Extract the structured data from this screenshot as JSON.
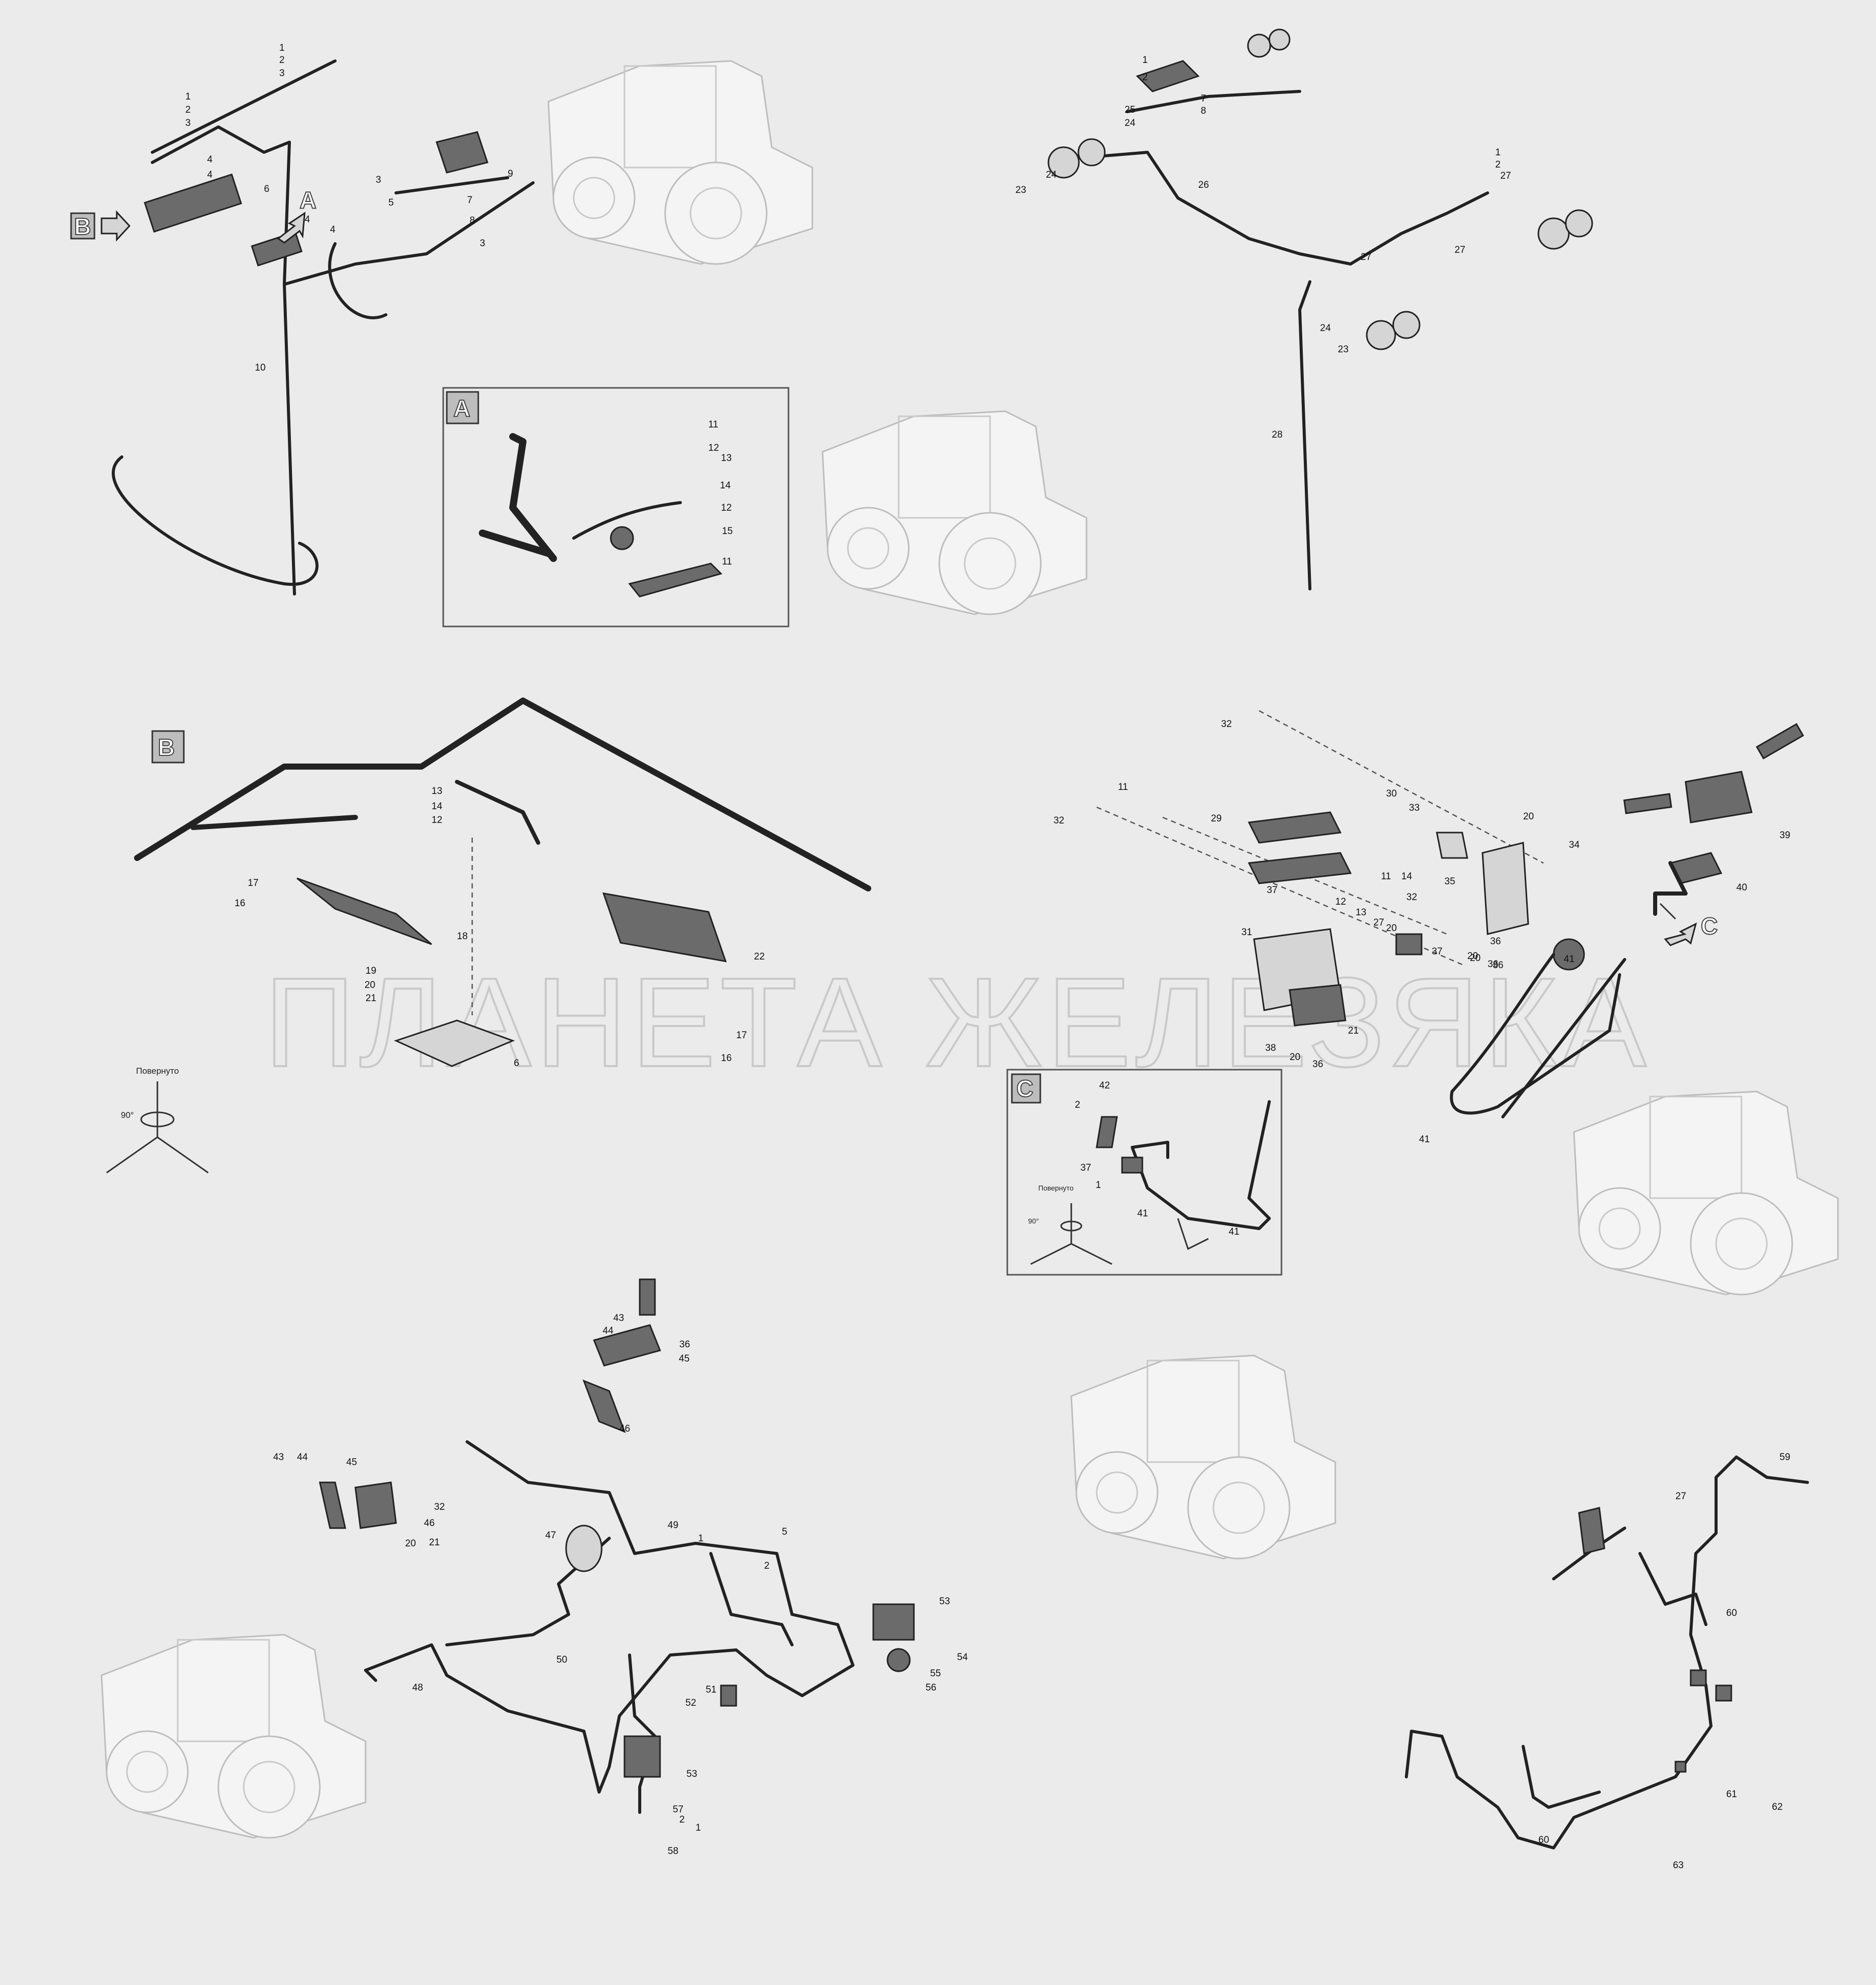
{
  "watermark": "ПЛАНЕТА ЖЕЛЕЗЯКА",
  "views": {
    "a": "A",
    "b": "B",
    "c": "C"
  },
  "rotation_note": {
    "label": "Повернуто",
    "angle": "90°"
  },
  "callouts": {
    "tl": [
      "1",
      "2",
      "3",
      "1",
      "2",
      "3",
      "4",
      "4",
      "6",
      "4",
      "4",
      "5",
      "7",
      "8",
      "9",
      "3",
      "3",
      "10"
    ],
    "a": [
      "11",
      "12",
      "13",
      "14",
      "12",
      "15",
      "11"
    ],
    "tr": [
      "1",
      "2",
      "25",
      "24",
      "7",
      "8",
      "23",
      "24",
      "26",
      "1",
      "2",
      "27",
      "27",
      "27",
      "24",
      "23",
      "28"
    ],
    "b": [
      "17",
      "16",
      "13",
      "14",
      "12",
      "18",
      "19",
      "20",
      "21",
      "6",
      "22",
      "17",
      "16"
    ],
    "mr": [
      "32",
      "11",
      "29",
      "30",
      "33",
      "20",
      "34",
      "32",
      "37",
      "13",
      "12",
      "11",
      "14",
      "32",
      "35",
      "39",
      "40",
      "31",
      "27",
      "20",
      "36",
      "37",
      "36",
      "20",
      "41",
      "38",
      "20",
      "21",
      "36",
      "41",
      "20",
      "36"
    ],
    "c": [
      "42",
      "2",
      "37",
      "1",
      "41",
      "41"
    ],
    "bl": [
      "43",
      "44",
      "36",
      "45",
      "46",
      "43",
      "44",
      "45",
      "32",
      "46",
      "20",
      "21",
      "49",
      "47",
      "1",
      "5",
      "2",
      "53",
      "54",
      "55",
      "56",
      "50",
      "48",
      "51",
      "52",
      "53",
      "57",
      "2",
      "1",
      "58"
    ],
    "br": [
      "59",
      "27",
      "60",
      "61",
      "62",
      "60",
      "63"
    ]
  }
}
